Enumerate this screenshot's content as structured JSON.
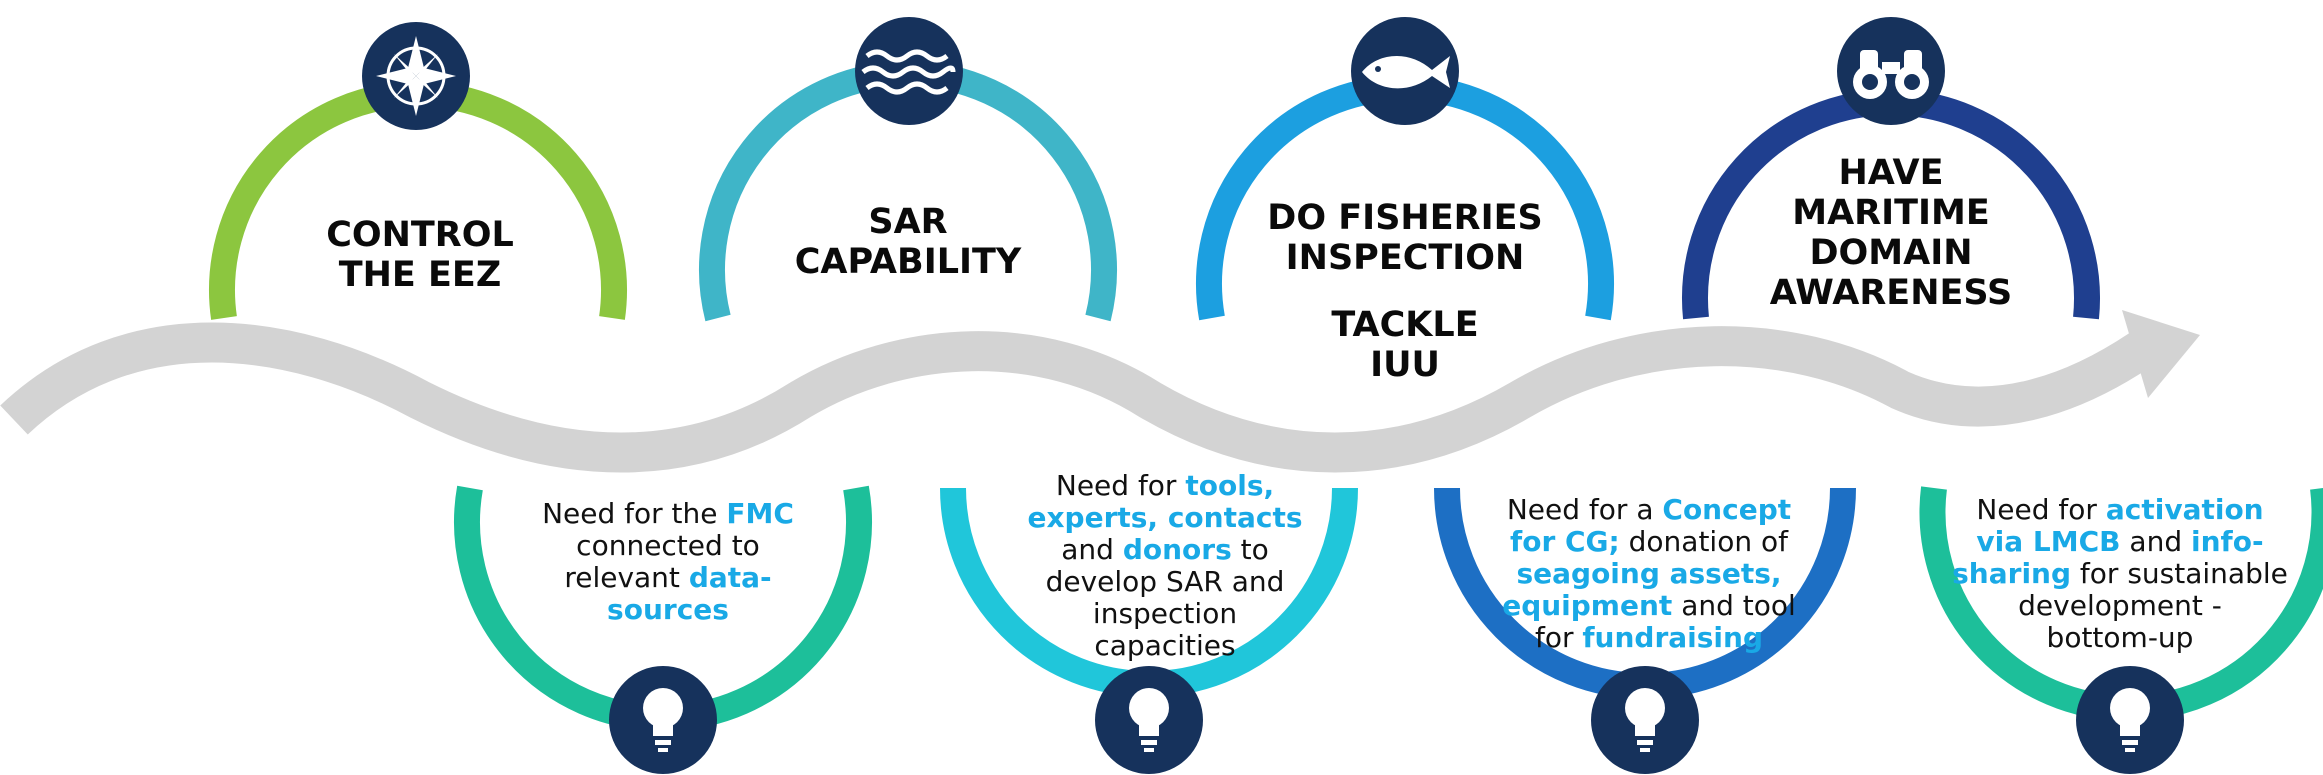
{
  "colors": {
    "green": "#8cc63f",
    "teal": "#3fb5c8",
    "blue": "#1c9fe0",
    "navy": "#1f3f8f",
    "badge": "#16325c",
    "ribbon": "#d3d3d3",
    "mint": "#1dbf9a",
    "cyan": "#20c6da",
    "mid_blue": "#1d6fc4",
    "highlight": "#19a9e6"
  },
  "icons": [
    "compass-icon",
    "waves-icon",
    "fish-icon",
    "binoculars-icon",
    "lightbulb-icon"
  ],
  "titles": {
    "control": [
      "CONTROL",
      "THE EEZ"
    ],
    "sar": [
      "SAR",
      "CAPABILITY"
    ],
    "fisheries": [
      "DO FISHERIES",
      "INSPECTION"
    ],
    "iuu": [
      "TACKLE",
      "IUU"
    ],
    "mda": [
      "HAVE",
      "MARITIME",
      "DOMAIN",
      "AWARENESS"
    ]
  },
  "needs": {
    "fmc": {
      "l1a": "Need for the ",
      "l1b": "FMC",
      "l2": "connected to",
      "l3a": "relevant ",
      "l3b": "data-",
      "l4b": "sources"
    },
    "tools": {
      "l1a": "Need for ",
      "l1b": "tools,",
      "l2b": "experts, contacts",
      "l3a": "and ",
      "l3b": "donors",
      "l3c": " to",
      "l4": "develop SAR and",
      "l5": "inspection",
      "l6": "capacities"
    },
    "concept": {
      "l1a": "Need for a ",
      "l1b": "Concept",
      "l2b": "for CG;",
      "l2c": " donation of",
      "l3b": "seagoing assets,",
      "l4b": "equipment",
      "l4c": " and tool",
      "l5a": "for ",
      "l5b": "fundraising"
    },
    "activation": {
      "l1a": "Need for ",
      "l1b": "activation",
      "l2b": "via LMCB",
      "l2c": " and ",
      "l2d": "info-",
      "l3b": "sharing",
      "l3c": " for sustainable",
      "l4": "development -",
      "l5": "bottom-up"
    }
  }
}
